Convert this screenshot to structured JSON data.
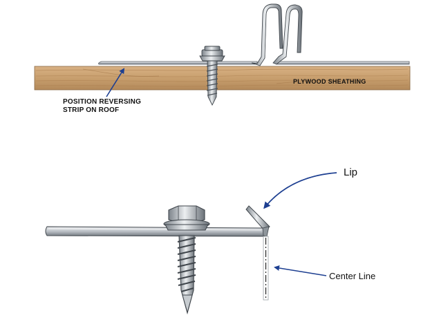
{
  "top_diagram": {
    "sheathing_label": "PLYWOOD SHEATHING",
    "strip_label_line1": "POSITION REVERSING",
    "strip_label_line2": "STRIP ON ROOF"
  },
  "bottom_diagram": {
    "lip_label": "Lip",
    "center_line_label": "Center Line"
  },
  "colors": {
    "wood": "#c89f6e",
    "wood_grain": "#a97c4c",
    "metal_light": "#d9dde1",
    "metal_dark": "#6f767d",
    "arrow": "#1d3f91"
  },
  "icons": [
    "screw-icon",
    "arrow-icon"
  ]
}
